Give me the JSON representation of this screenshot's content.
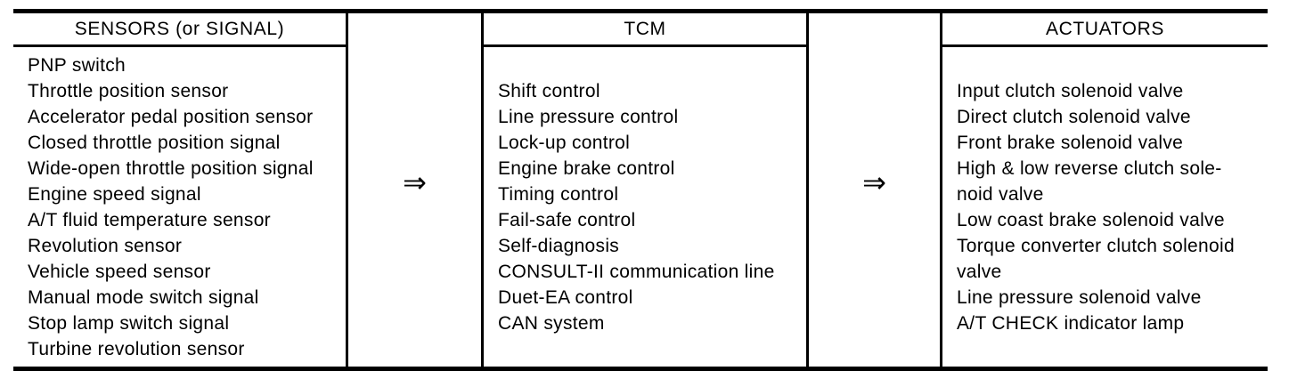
{
  "diagram": {
    "arrow_symbol": "⇒",
    "columns": {
      "sensors": {
        "header": "SENSORS (or SIGNAL)",
        "lines": [
          "PNP switch",
          "Throttle position sensor",
          "Accelerator pedal position sensor",
          "Closed throttle position signal",
          "Wide-open throttle position signal",
          "Engine speed signal",
          "A/T fluid temperature sensor",
          "Revolution sensor",
          "Vehicle speed sensor",
          "Manual mode switch signal",
          "Stop lamp switch signal",
          "Turbine revolution sensor"
        ]
      },
      "tcm": {
        "header": "TCM",
        "lines": [
          "Shift control",
          "Line pressure control",
          "Lock-up control",
          "Engine brake control",
          "Timing control",
          "Fail-safe control",
          "Self-diagnosis",
          "CONSULT-II communication line",
          "Duet-EA control",
          "CAN system"
        ]
      },
      "actuators": {
        "header": "ACTUATORS",
        "lines": [
          "Input clutch solenoid valve",
          "Direct clutch solenoid valve",
          "Front brake solenoid valve",
          "High & low reverse clutch sole-",
          "noid valve",
          "Low coast brake solenoid valve",
          "Torque converter clutch solenoid",
          "valve",
          "Line pressure solenoid valve",
          "A/T CHECK indicator lamp"
        ]
      }
    }
  },
  "colors": {
    "background": "#ffffff",
    "text": "#000000",
    "border": "#000000"
  }
}
